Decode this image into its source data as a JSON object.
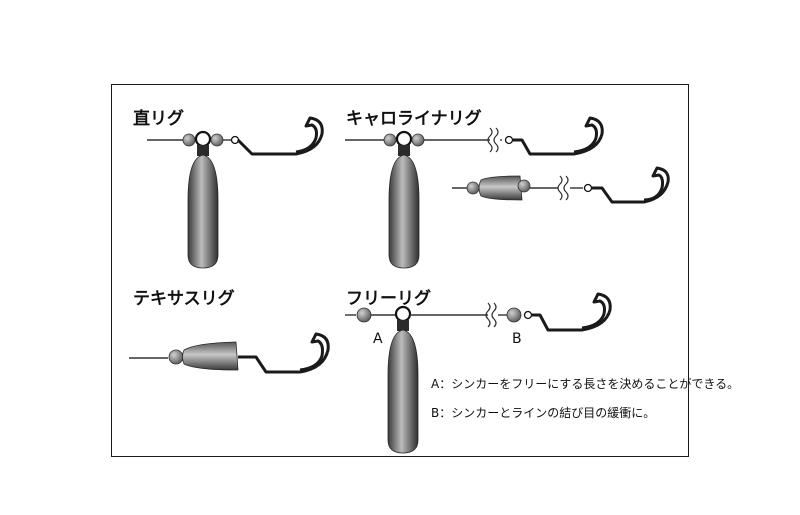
{
  "rigs": {
    "direct": {
      "title": "直リグ"
    },
    "carolina": {
      "title": "キャロライナリグ"
    },
    "texas": {
      "title": "テキサスリグ"
    },
    "free": {
      "title": "フリーリグ",
      "marker_a": "A",
      "marker_b": "B",
      "note_a": "A：シンカーをフリーにする長さを決めることができる。",
      "note_b": "B：シンカーとラインの結び目の緩衝に。"
    }
  },
  "colors": {
    "line": "#333333",
    "hook": "#1a1a1a",
    "bead": "#8a8a8a",
    "sinker_dark": "#3a3a3a",
    "sinker_light": "#b5b5b5"
  }
}
